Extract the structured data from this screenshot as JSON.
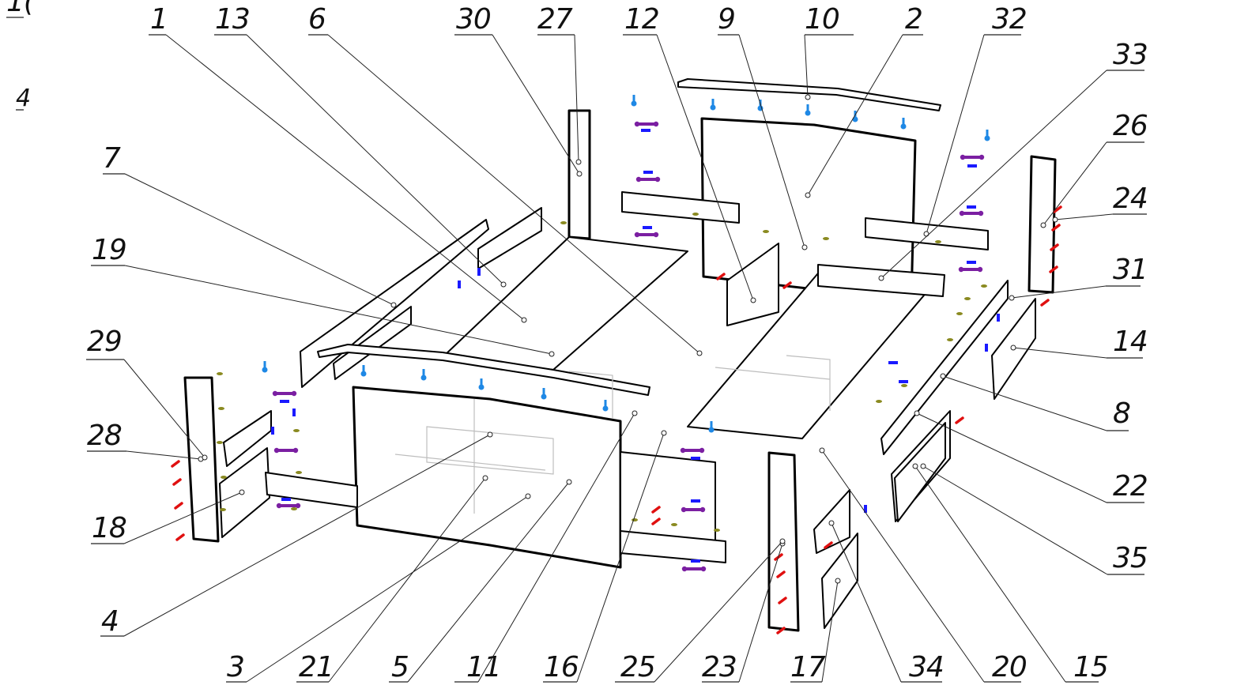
{
  "diagram": {
    "type": "exploded-assembly",
    "subject": "bed frame with drawers",
    "clipped_labels": [
      "1(",
      "4"
    ],
    "callouts": [
      {
        "id": "1",
        "label": "1"
      },
      {
        "id": "13",
        "label": "13"
      },
      {
        "id": "6",
        "label": "6"
      },
      {
        "id": "30",
        "label": "30"
      },
      {
        "id": "27",
        "label": "27"
      },
      {
        "id": "12",
        "label": "12"
      },
      {
        "id": "9",
        "label": "9"
      },
      {
        "id": "10",
        "label": "10"
      },
      {
        "id": "2",
        "label": "2"
      },
      {
        "id": "32",
        "label": "32"
      },
      {
        "id": "33",
        "label": "33"
      },
      {
        "id": "26",
        "label": "26"
      },
      {
        "id": "24",
        "label": "24"
      },
      {
        "id": "31",
        "label": "31"
      },
      {
        "id": "14",
        "label": "14"
      },
      {
        "id": "8",
        "label": "8"
      },
      {
        "id": "22",
        "label": "22"
      },
      {
        "id": "35",
        "label": "35"
      },
      {
        "id": "15",
        "label": "15"
      },
      {
        "id": "20",
        "label": "20"
      },
      {
        "id": "34",
        "label": "34"
      },
      {
        "id": "17",
        "label": "17"
      },
      {
        "id": "23",
        "label": "23"
      },
      {
        "id": "25",
        "label": "25"
      },
      {
        "id": "16",
        "label": "16"
      },
      {
        "id": "11",
        "label": "11"
      },
      {
        "id": "5",
        "label": "5"
      },
      {
        "id": "21",
        "label": "21"
      },
      {
        "id": "3",
        "label": "3"
      },
      {
        "id": "4",
        "label": "4"
      },
      {
        "id": "18",
        "label": "18"
      },
      {
        "id": "28",
        "label": "28"
      },
      {
        "id": "29",
        "label": "29"
      },
      {
        "id": "19",
        "label": "19"
      },
      {
        "id": "7",
        "label": "7"
      }
    ],
    "hardware_colors": {
      "keyhole_hanger": "#1e88e5",
      "connector_bolt": "#7b1fa2",
      "cam_lock": "#1a1aff",
      "dowel": "#e01010",
      "confirmat": "#8a8a20"
    }
  }
}
